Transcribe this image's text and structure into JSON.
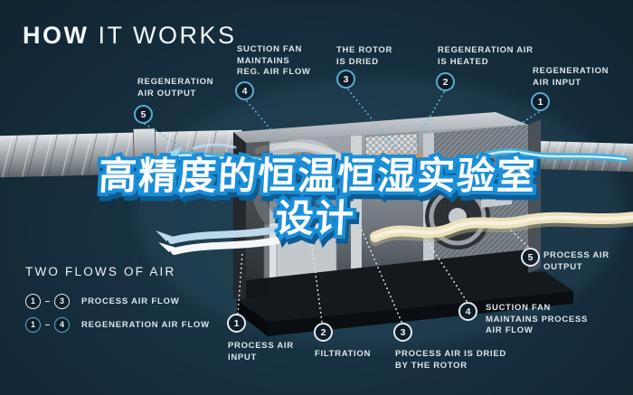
{
  "header": {
    "title_bold": "HOW",
    "title_rest": " IT WORKS"
  },
  "overlay_title": {
    "line1": "高精度的恒温恒湿实验室",
    "line2": "设计"
  },
  "legend": {
    "heading": "TWO FLOWS OF AIR",
    "separator": "–",
    "rows": [
      {
        "from": "1",
        "to": "3",
        "label": "PROCESS AIR FLOW"
      },
      {
        "from": "1",
        "to": "4",
        "label": "REGENERATION AIR FLOW"
      }
    ]
  },
  "callouts_regeneration": [
    {
      "num": "5",
      "label": "REGENERATION\nAIR OUTPUT"
    },
    {
      "num": "4",
      "label": "SUCTION FAN\nMAINTAINS\nREG. AIR FLOW"
    },
    {
      "num": "3",
      "label": "THE ROTOR\nIS DRIED"
    },
    {
      "num": "2",
      "label": "REGENERATION AIR\nIS HEATED"
    },
    {
      "num": "1",
      "label": "REGENERATION\nAIR INPUT"
    }
  ],
  "callouts_process": [
    {
      "num": "1",
      "label": "PROCESS AIR\nINPUT"
    },
    {
      "num": "2",
      "label": "FILTRATION"
    },
    {
      "num": "3",
      "label": "PROCESS AIR IS DRIED\nBY THE ROTOR"
    },
    {
      "num": "4",
      "label": "SUCTION FAN\nMAINTAINS PROCESS\nAIR FLOW"
    },
    {
      "num": "5",
      "label": "PROCESS AIR\nOUTPUT"
    }
  ],
  "colors": {
    "background": "#16303f",
    "accent_cyan": "#3fb0e2",
    "badge_ring_blue": "#58aed2",
    "badge_ring_white": "#e6ebee",
    "heater_orange": "#e8821e",
    "process_ribbon": "#ece1bd",
    "overlay_stroke_blue": "#1a8ed8",
    "overlay_shadow_blue": "#0d5c94"
  }
}
